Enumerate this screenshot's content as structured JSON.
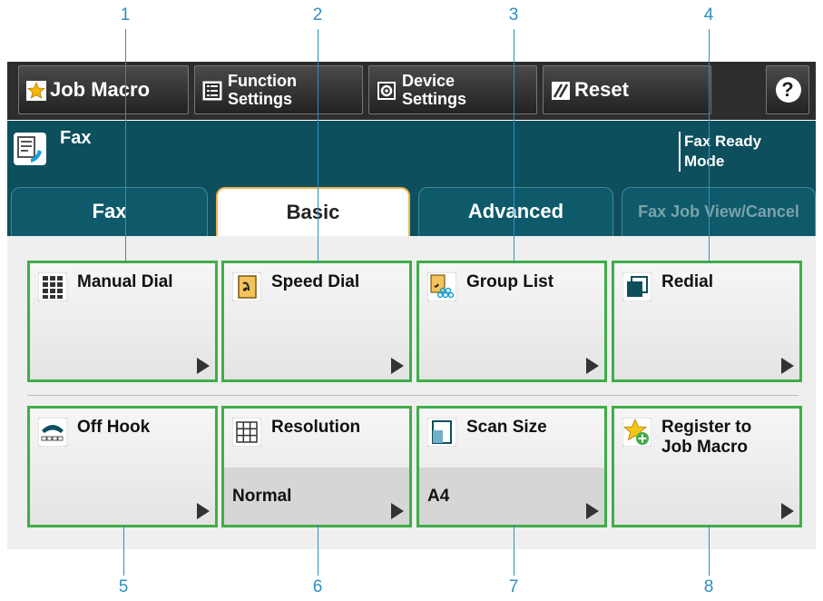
{
  "callouts": [
    "1",
    "2",
    "3",
    "4",
    "5",
    "6",
    "7",
    "8"
  ],
  "toolbar": {
    "job_macro": "Job Macro",
    "function_settings": "Function\nSettings",
    "device_settings": "Device\nSettings",
    "reset": "Reset",
    "help": "?"
  },
  "header": {
    "title": "Fax",
    "status": "Fax Ready\nMode"
  },
  "tabs": [
    "Fax",
    "Basic",
    "Advanced",
    "Fax Job View/Cancel"
  ],
  "active_tab": "Basic",
  "buttons": [
    {
      "label": "Manual Dial",
      "icon": "keypad-icon"
    },
    {
      "label": "Speed Dial",
      "icon": "speed-dial-book-icon"
    },
    {
      "label": "Group List",
      "icon": "group-list-icon"
    },
    {
      "label": "Redial",
      "icon": "redial-icon"
    },
    {
      "label": "Off Hook",
      "icon": "phone-handset-icon"
    },
    {
      "label": "Resolution",
      "icon": "grid-icon",
      "value": "Normal"
    },
    {
      "label": "Scan Size",
      "icon": "page-size-icon",
      "value": "A4"
    },
    {
      "label": "Register to\nJob Macro",
      "icon": "star-add-icon"
    }
  ],
  "colors": {
    "accent_border": "#3fae49",
    "header": "#0e4f5e",
    "callout": "#2f8fc0",
    "active_tab_outline": "#f0b24a"
  }
}
